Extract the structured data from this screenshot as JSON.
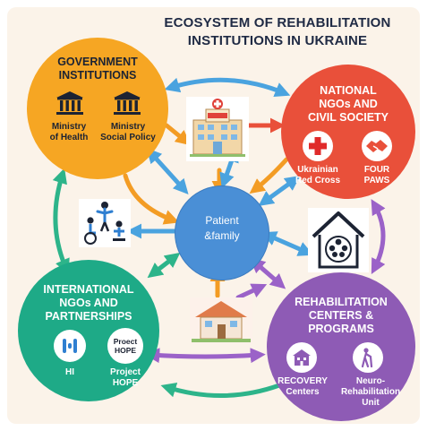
{
  "title": {
    "line1": "ECOSYSTEM OF REHABILITATION",
    "line2": "INSTITUTIONS IN UKRAINE"
  },
  "colors": {
    "government": "#f6a623",
    "national": "#e9503a",
    "international": "#1eaa87",
    "rehabilitation": "#8e5bb5",
    "patient": "#4a8fd6",
    "arrow_blue": "#4aa3df",
    "arrow_orange": "#f39c24",
    "arrow_green": "#2db48a",
    "arrow_purple": "#9b62c8"
  },
  "nodes": {
    "government": {
      "heading_line1": "GOVERNMENT",
      "heading_line2": "INSTITUTIONS",
      "items": [
        {
          "line1": "Ministry",
          "line2": "of Health",
          "icon": "government-building-icon"
        },
        {
          "line1": "Ministry",
          "line2": "Social Policy",
          "icon": "government-building-icon"
        }
      ]
    },
    "national": {
      "heading_line1": "NATIONAL",
      "heading_line2": "NGOs AND",
      "heading_line3": "CIVIL SOCIETY",
      "items": [
        {
          "line1": "Ukrainian",
          "line2": "Red Cross",
          "icon": "red-cross-icon"
        },
        {
          "line1": "FOUR",
          "line2": "PAWS",
          "icon": "handshake-icon"
        }
      ]
    },
    "international": {
      "heading_line1": "INTERNATIONAL",
      "heading_line2": "NGOs AND",
      "heading_line3": "PARTNERSHIPS",
      "items": [
        {
          "line1": "HI",
          "icon": "hi-logo-icon"
        },
        {
          "line1": "Project",
          "line2": "HOPE",
          "logo_line1": "Proect",
          "logo_line2": "HOPE"
        }
      ]
    },
    "rehabilitation": {
      "heading_line1": "REHABILITATION",
      "heading_line2": "CENTERS &",
      "heading_line3": "PROGRAMS",
      "items": [
        {
          "line1": "RECOVERY",
          "line2": "Centers",
          "icon": "recovery-center-icon"
        },
        {
          "line1": "Neuro-",
          "line2": "Rehabilitation",
          "line3": "Unit",
          "icon": "walking-aid-icon"
        }
      ]
    },
    "patient": {
      "line1": "Patient",
      "line2": "&family"
    }
  },
  "floating_icons": [
    {
      "name": "hospital-icon"
    },
    {
      "name": "therapy-people-icon"
    },
    {
      "name": "community-house-icon"
    },
    {
      "name": "home-icon"
    }
  ]
}
